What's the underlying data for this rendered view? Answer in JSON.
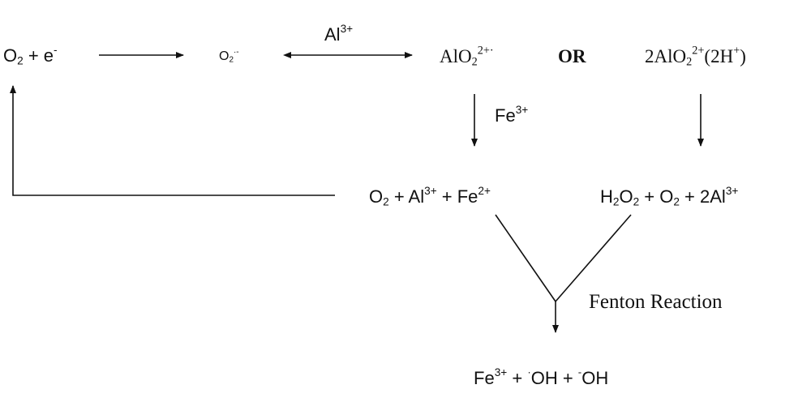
{
  "nodes": {
    "o2_plus_e": {
      "base": "O",
      "sub": "2",
      "mid": " + e",
      "sup": "-"
    },
    "superoxide": {
      "base": "O",
      "sub": "2",
      "sup": "·-"
    },
    "alo2_radical": {
      "base": "AlO",
      "sub": "2",
      "sup": "2+·"
    },
    "or_word": "OR",
    "alo2_dimer": {
      "pre": "2AlO",
      "sub": "2",
      "sup": "2+",
      "post": "(2H",
      "sup2": "+",
      "end": ")"
    },
    "o2_al_fe": {
      "base": "O",
      "sub": "2",
      "mid": " + Al",
      "sup": "3+",
      "mid2": " + Fe",
      "sup2": "2+"
    },
    "h2o2_o2_al": {
      "a": "H",
      "sub1": "2",
      "b": "O",
      "sub2": "2",
      "c": " + O",
      "sub3": "2",
      "d": " + 2Al",
      "sup": "3+"
    },
    "products": {
      "a": "Fe",
      "sup": "3+",
      "b": " + ",
      "rad1": "·",
      "c": "OH + ",
      "rad2": "-",
      "d": "OH"
    }
  },
  "arrow_labels": {
    "al3": {
      "base": "Al",
      "sup": "3+"
    },
    "fe3": {
      "base": "Fe",
      "sup": "3+"
    },
    "fenton": "Fenton Reaction"
  },
  "colors": {
    "line": "#111111",
    "text": "#111111",
    "background": "#ffffff"
  }
}
